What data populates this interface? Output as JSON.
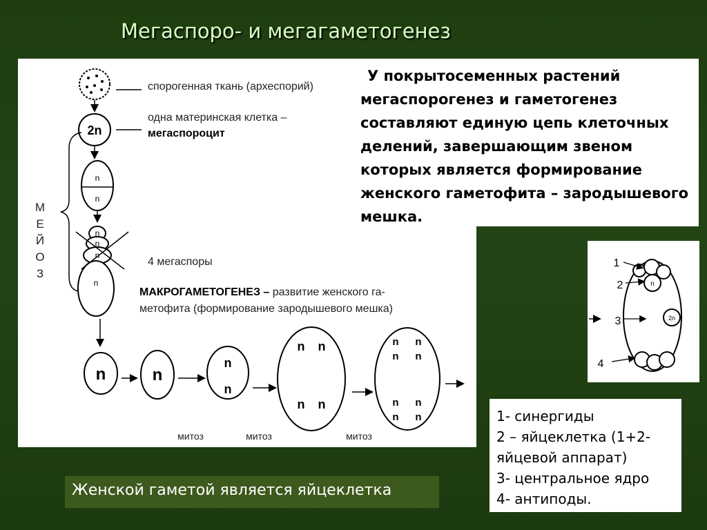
{
  "title": "Мегаспоро- и мегагаметогенез",
  "intro_text": "У покрытосеменных растений мегаспорогенез и гаметогенез составляют единую цепь клеточных делений, завершающим звеном которых является формирование женского гаметофита – зародышевого мешка.",
  "diagram": {
    "label_sporogenous": "спорогенная ткань (археспорий)",
    "label_mother_cell_1": "одна материнская клетка –",
    "label_mother_cell_2": "мегаспороцит",
    "label_megaspores": "4 мегаспоры",
    "label_macro_1_bold": "МАКРОГАМЕТОГЕНЕЗ –",
    "label_macro_1_rest": " развитие женского га-",
    "label_macro_2": "метофита (формирование зародышевого мешка)",
    "meioz_letters": [
      "М",
      "Е",
      "Й",
      "О",
      "З"
    ],
    "cell_2n": "2n",
    "cell_n": "n",
    "mitoz_labels": [
      "митоз",
      "митоз",
      "митоз"
    ]
  },
  "sac_diagram": {
    "numbers": [
      "1",
      "2",
      "3",
      "4"
    ]
  },
  "legend": {
    "items": [
      "1- синергиды",
      "2 – яйцеклетка (1+2-",
      "яйцевой аппарат)",
      "3- центральное ядро",
      "4- антиподы."
    ]
  },
  "conclusion": "Женской гаметой является яйцеклетка",
  "colors": {
    "background": "#234515",
    "title": "#d8ffc4",
    "conclusion_bar": "#3d5a1e"
  }
}
